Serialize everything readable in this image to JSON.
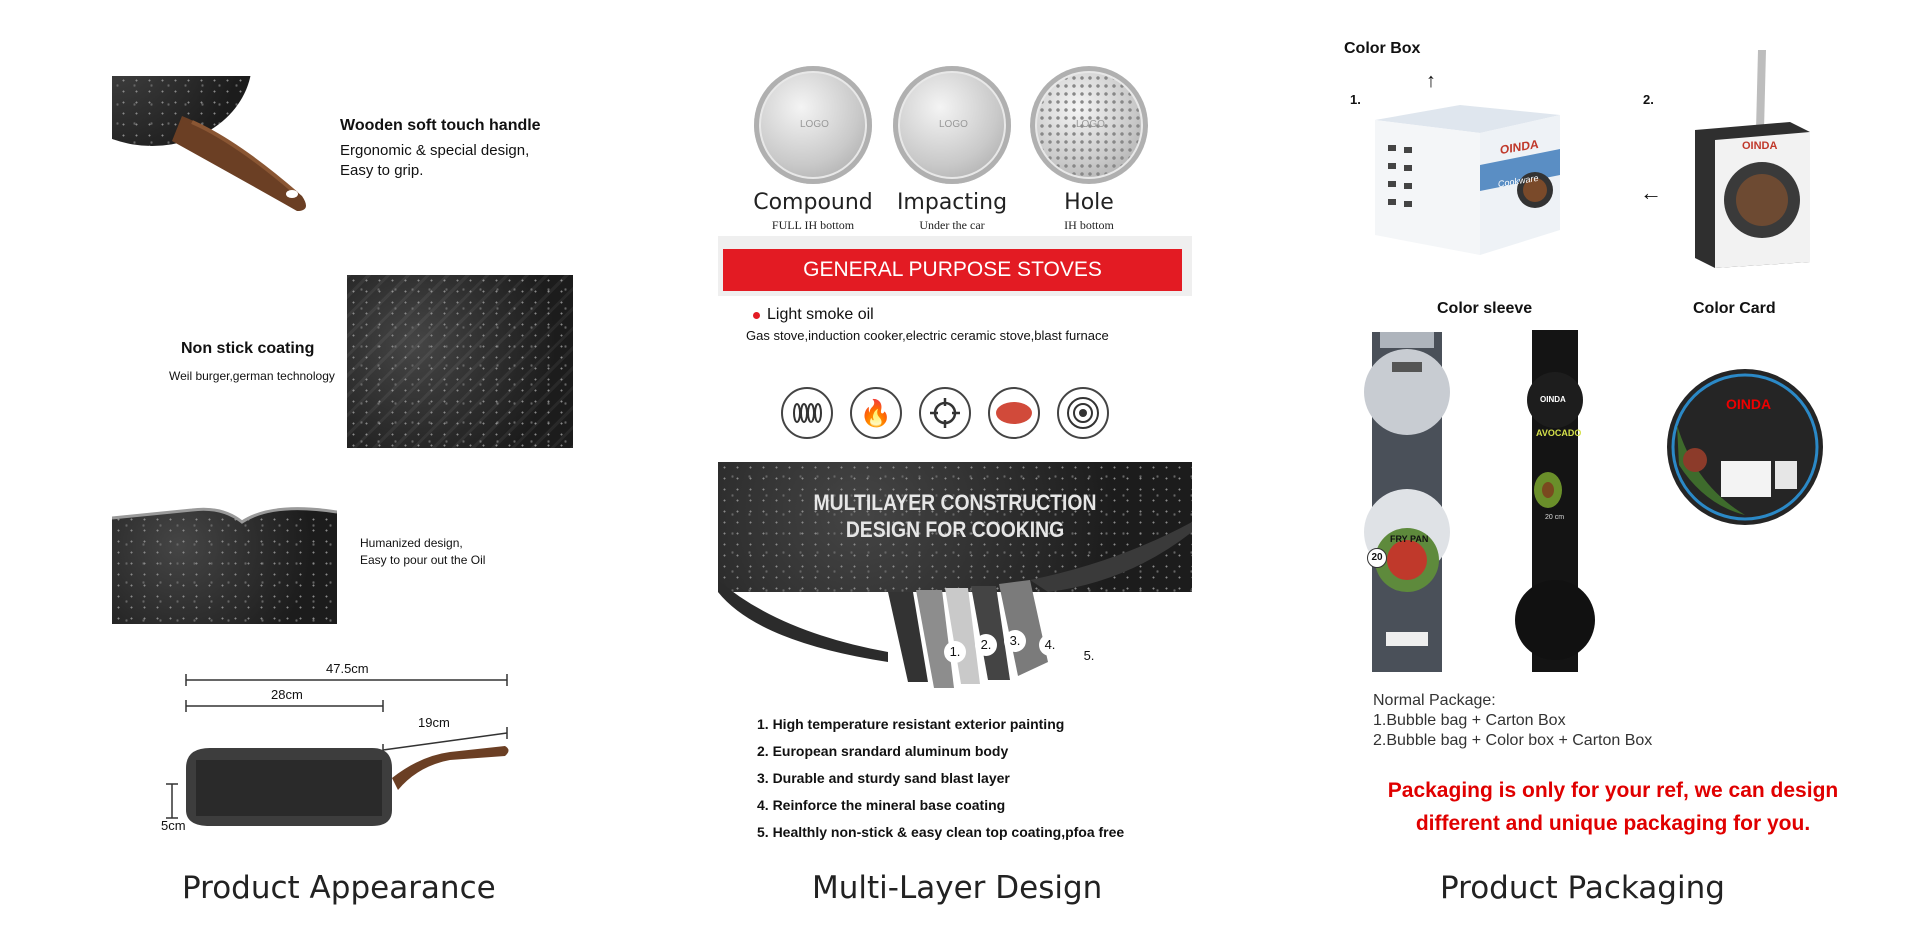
{
  "appearance": {
    "caption": "Product Appearance",
    "handle_title": "Wooden soft touch handle",
    "handle_line1": "Ergonomic & special design,",
    "handle_line2": "Easy to grip.",
    "coating_title": "Non stick coating",
    "coating_sub": "Weil burger,german technology",
    "pour_line1": "Humanized design,",
    "pour_line2": "Easy to pour out the Oil",
    "dim_total": "47.5cm",
    "dim_body": "28cm",
    "dim_handle": "19cm",
    "dim_height": "5cm"
  },
  "layers": {
    "caption": "Multi-Layer Design",
    "discs": [
      {
        "name": "Compound",
        "sub": "FULL IH bottom",
        "logo": "LOGO"
      },
      {
        "name": "Impacting",
        "sub": "Under the car",
        "logo": "LOGO"
      },
      {
        "name": "Hole",
        "sub": "IH bottom",
        "logo": "LOGO"
      }
    ],
    "banner": "GENERAL PURPOSE STOVES",
    "bullet": "Light smoke oil",
    "stoves": "Gas stove,induction cooker,electric ceramic stove,blast furnace",
    "stove_icons": [
      "induction-coil-icon",
      "flame-icon",
      "gas-burner-icon",
      "ceramic-plate-icon",
      "electric-hob-icon"
    ],
    "construction_line1": "MULTILAYER CONSTRUCTION",
    "construction_line2": "DESIGN FOR COOKING",
    "layer_numbers": [
      "1.",
      "2.",
      "3.",
      "4.",
      "5."
    ],
    "items": [
      "1. High temperature resistant exterior painting",
      "2. European srandard aluminum body",
      "3. Durable and sturdy sand blast layer",
      "4. Reinforce the mineral base coating",
      "5. Healthly non-stick & easy clean top coating,pfoa free"
    ]
  },
  "packaging": {
    "caption": "Product Packaging",
    "color_box": "Color Box",
    "num1": "1.",
    "num2": "2.",
    "color_sleeve": "Color sleeve",
    "color_card": "Color Card",
    "brand": "OINDA",
    "box_tag": "Cookware",
    "sleeve_name1": "FRY PAN",
    "sleeve_name2": "AVOCADO",
    "sleeve_size": "20",
    "sleeve_size2": "20 cm",
    "normal_title": "Normal Package:",
    "normal1": "1.Bubble bag + Carton Box",
    "normal2": "2.Bubble bag + Color box + Carton Box",
    "note_line1": "Packaging is only for your ref, we can design",
    "note_line2": "different and unique packaging for you.",
    "colors": {
      "red": "#e00000",
      "box_blue": "#5a8ec4",
      "dark": "#1a1a1a"
    }
  }
}
